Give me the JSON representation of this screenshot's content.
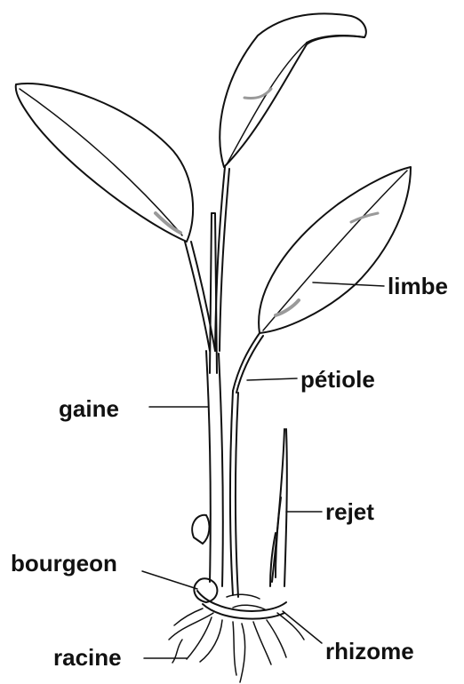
{
  "labels": {
    "limbe": "limbe",
    "petiole": "pétiole",
    "gaine": "gaine",
    "rejet": "rejet",
    "bourgeon": "bourgeon",
    "racine": "racine",
    "rhizome": "rhizome"
  },
  "colors": {
    "ink": "#111111",
    "shade": "#9a9a9a",
    "background": "#ffffff"
  }
}
